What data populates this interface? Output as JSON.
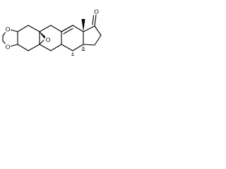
{
  "structure": {
    "atoms": {
      "ketone_oxygen": "O",
      "epoxide_oxygen": "O",
      "dioxolane_oxygen_top": "O",
      "dioxolane_oxygen_bottom": "O"
    }
  }
}
